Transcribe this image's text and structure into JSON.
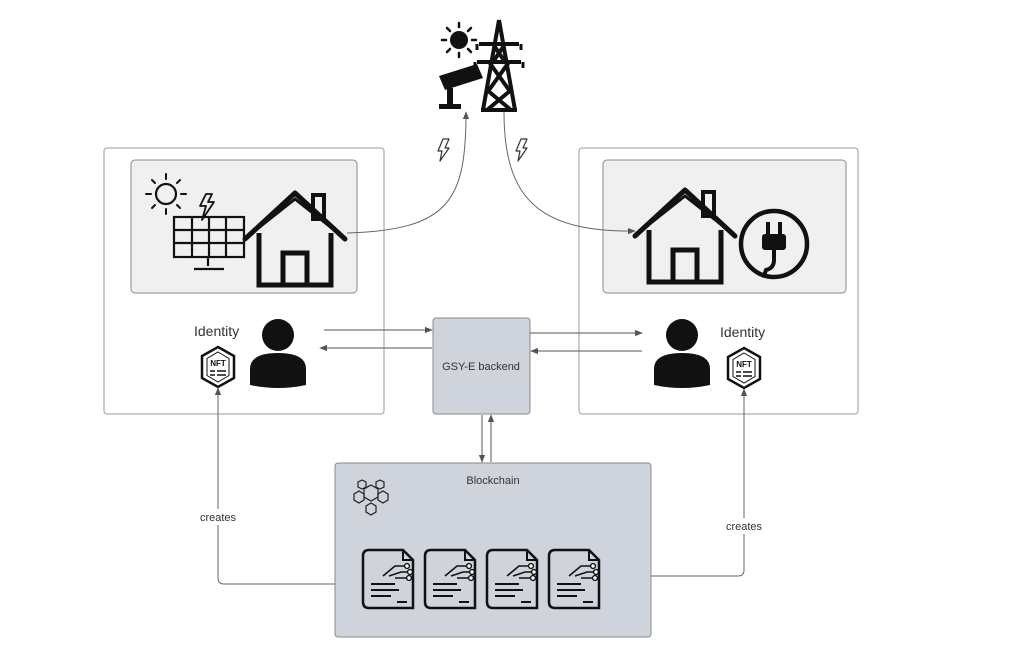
{
  "labels": {
    "identity_left": "Identity",
    "identity_right": "Identity",
    "backend": "GSY-E backend",
    "blockchain": "Blockchain",
    "creates_left": "creates",
    "creates_right": "creates",
    "nft_left": "NFT",
    "nft_right": "NFT"
  },
  "icons": {
    "grid": "power-grid-icon",
    "sun": "sun-icon",
    "solar_panel": "solar-panel-icon",
    "house": "house-icon",
    "plug": "electric-plug-icon",
    "user": "user-icon",
    "nft": "nft-badge-icon",
    "lightning": "lightning-icon",
    "network": "blockchain-network-icon",
    "contract": "smart-contract-icon"
  },
  "colors": {
    "panel_border": "#9a9a9a",
    "inner_panel_fill": "#f0f0f1",
    "backend_fill": "#cfd3db",
    "blockchain_fill": "#cfd3db",
    "stroke": "#555555",
    "icon": "#111111"
  }
}
